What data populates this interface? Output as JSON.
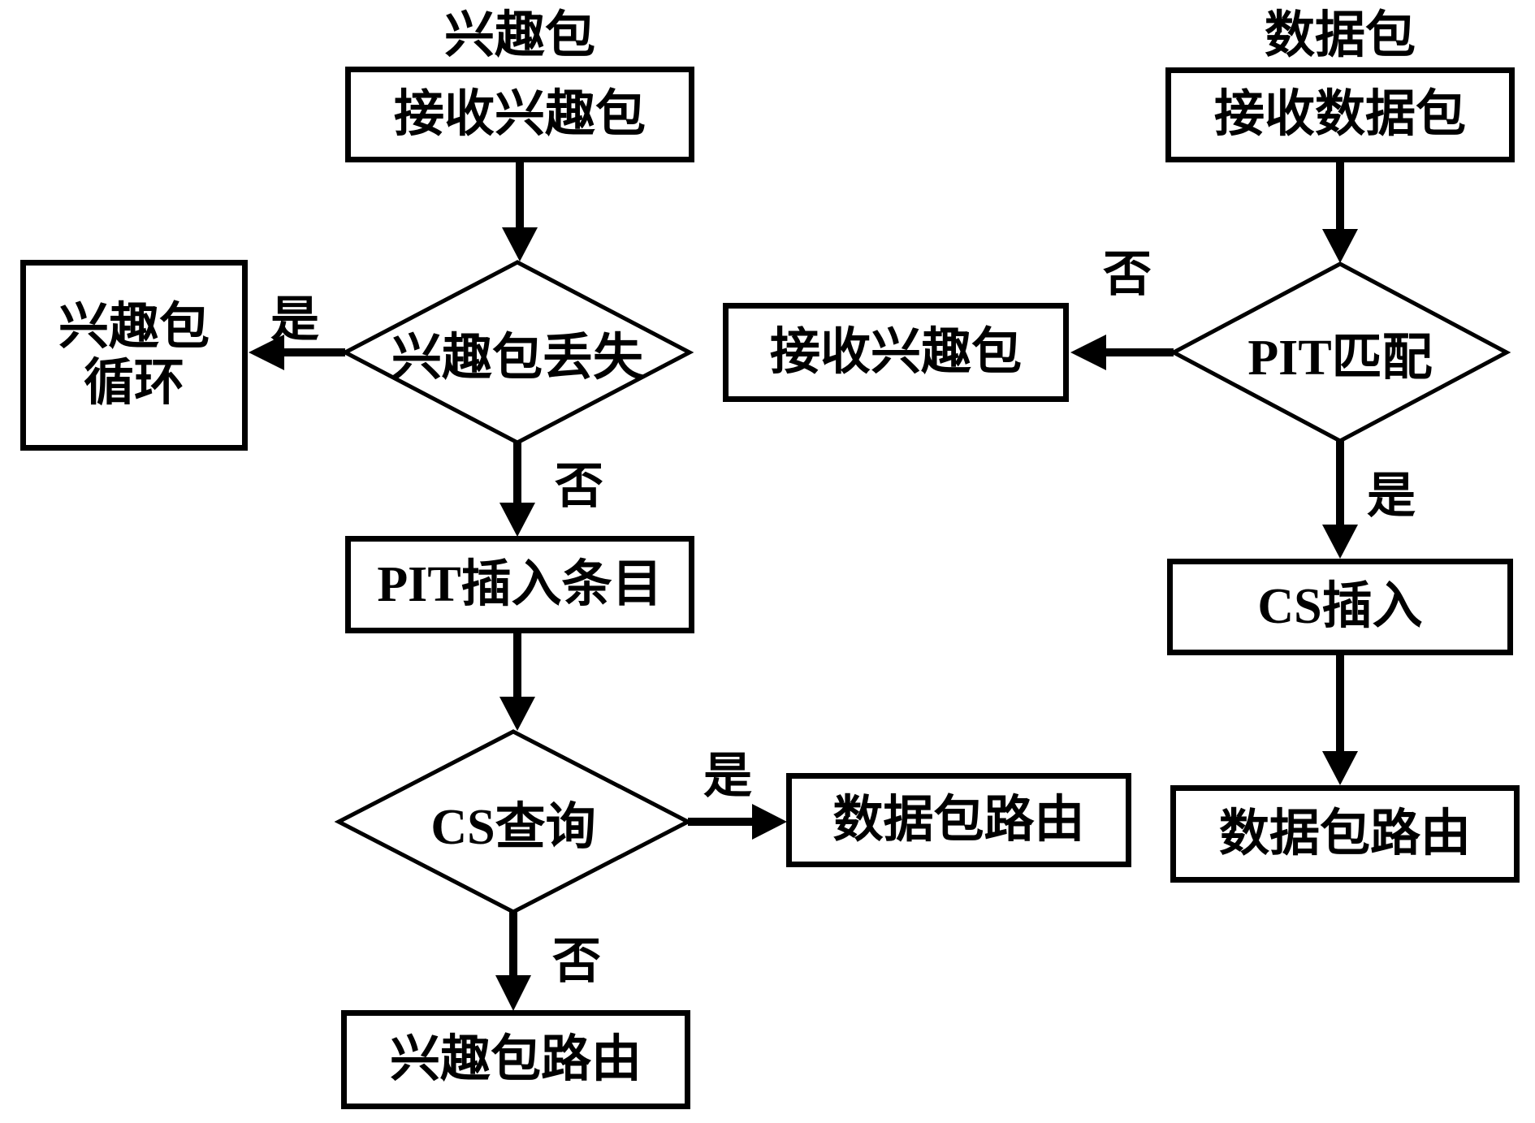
{
  "diagram": {
    "background": "#ffffff",
    "line_color": "#000000"
  },
  "interest_flow": {
    "title": "兴趣包",
    "receive_box": "接收兴趣包",
    "loss_decision": "兴趣包丢失",
    "loss_yes": "是",
    "loss_no": "否",
    "loop_box_line1": "兴趣包",
    "loop_box_line2": "循环",
    "pit_insert_box": "PIT插入条目",
    "cs_query_decision": "CS查询",
    "cs_yes": "是",
    "cs_no": "否",
    "data_route_box": "数据包路由",
    "interest_route_box": "兴趣包路由"
  },
  "data_flow": {
    "title": "数据包",
    "receive_box": "接收数据包",
    "pit_match_decision": "PIT匹配",
    "pit_no": "否",
    "pit_yes": "是",
    "receive_interest_box": "接收兴趣包",
    "cs_insert_box": "CS插入",
    "data_route_box": "数据包路由"
  }
}
